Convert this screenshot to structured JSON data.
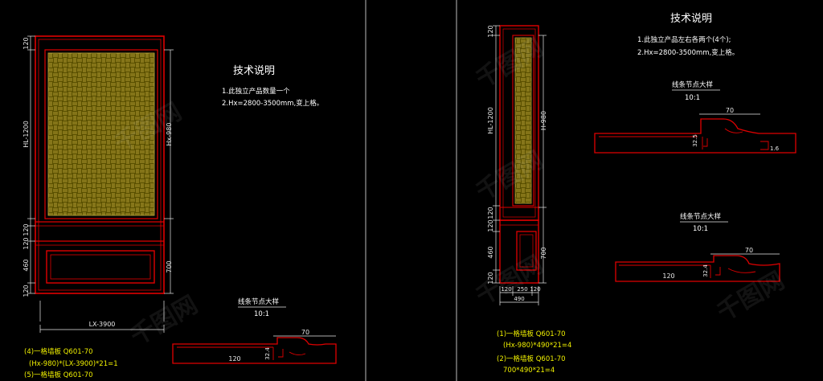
{
  "left_sheet": {
    "tech_title": "技术说明",
    "tech_note_1": "1.此独立产品数量一个",
    "tech_note_2": "2.Hx=2800-3500mm,变上格。",
    "dims": {
      "top": "120",
      "hl": "HL-1200",
      "hr": "Hx-980",
      "mid_1": "120",
      "mid_2": "120",
      "panel": "460",
      "bottom": "120",
      "right_low": "700",
      "width": "LX-3900"
    },
    "detail_title": "线条节点大样",
    "detail_scale": "10:1",
    "detail_w": "70",
    "detail_len": "120",
    "detail_h": "32.4",
    "parts": [
      "(4)一格墙板    Q601-70",
      "(Hx-980)*(LX-3900)*21=1",
      "(5)一格墙板    Q601-70"
    ]
  },
  "right_sheet": {
    "tech_title": "技术说明",
    "tech_note_1": "1.此独立产品左右各两个(4个);",
    "tech_note_2": "2.Hx=2800-3500mm,变上格。",
    "dims": {
      "top": "120",
      "hl": "HL-1200",
      "hr": "H-980",
      "mid_1": "120",
      "mid_2": "120",
      "panel": "460",
      "right_low": "700",
      "bottom": "120",
      "w1": "120",
      "w2": "250",
      "w3": "120",
      "total": "490"
    },
    "detail1_title": "线条节点大样",
    "detail1_scale": "10:1",
    "detail1_w": "70",
    "detail1_h1": "32.5",
    "detail1_h2": "1.6",
    "detail2_title": "线条节点大样",
    "detail2_scale": "10:1",
    "detail2_w": "70",
    "detail2_len": "120",
    "detail2_h": "32.4",
    "parts": [
      "(1)一格墙板    Q601-70",
      "(Hx-980)*490*21=4",
      "(2)一格墙板    Q601-70",
      "700*490*21=4"
    ]
  },
  "watermark": "千图网",
  "colors": {
    "background": "#000000",
    "frame_red": "#e00000",
    "lattice_fill": "#5a5000",
    "lattice_line": "#c8b040",
    "dim_line": "#e8e8e8",
    "text_yellow": "#f0f000"
  }
}
